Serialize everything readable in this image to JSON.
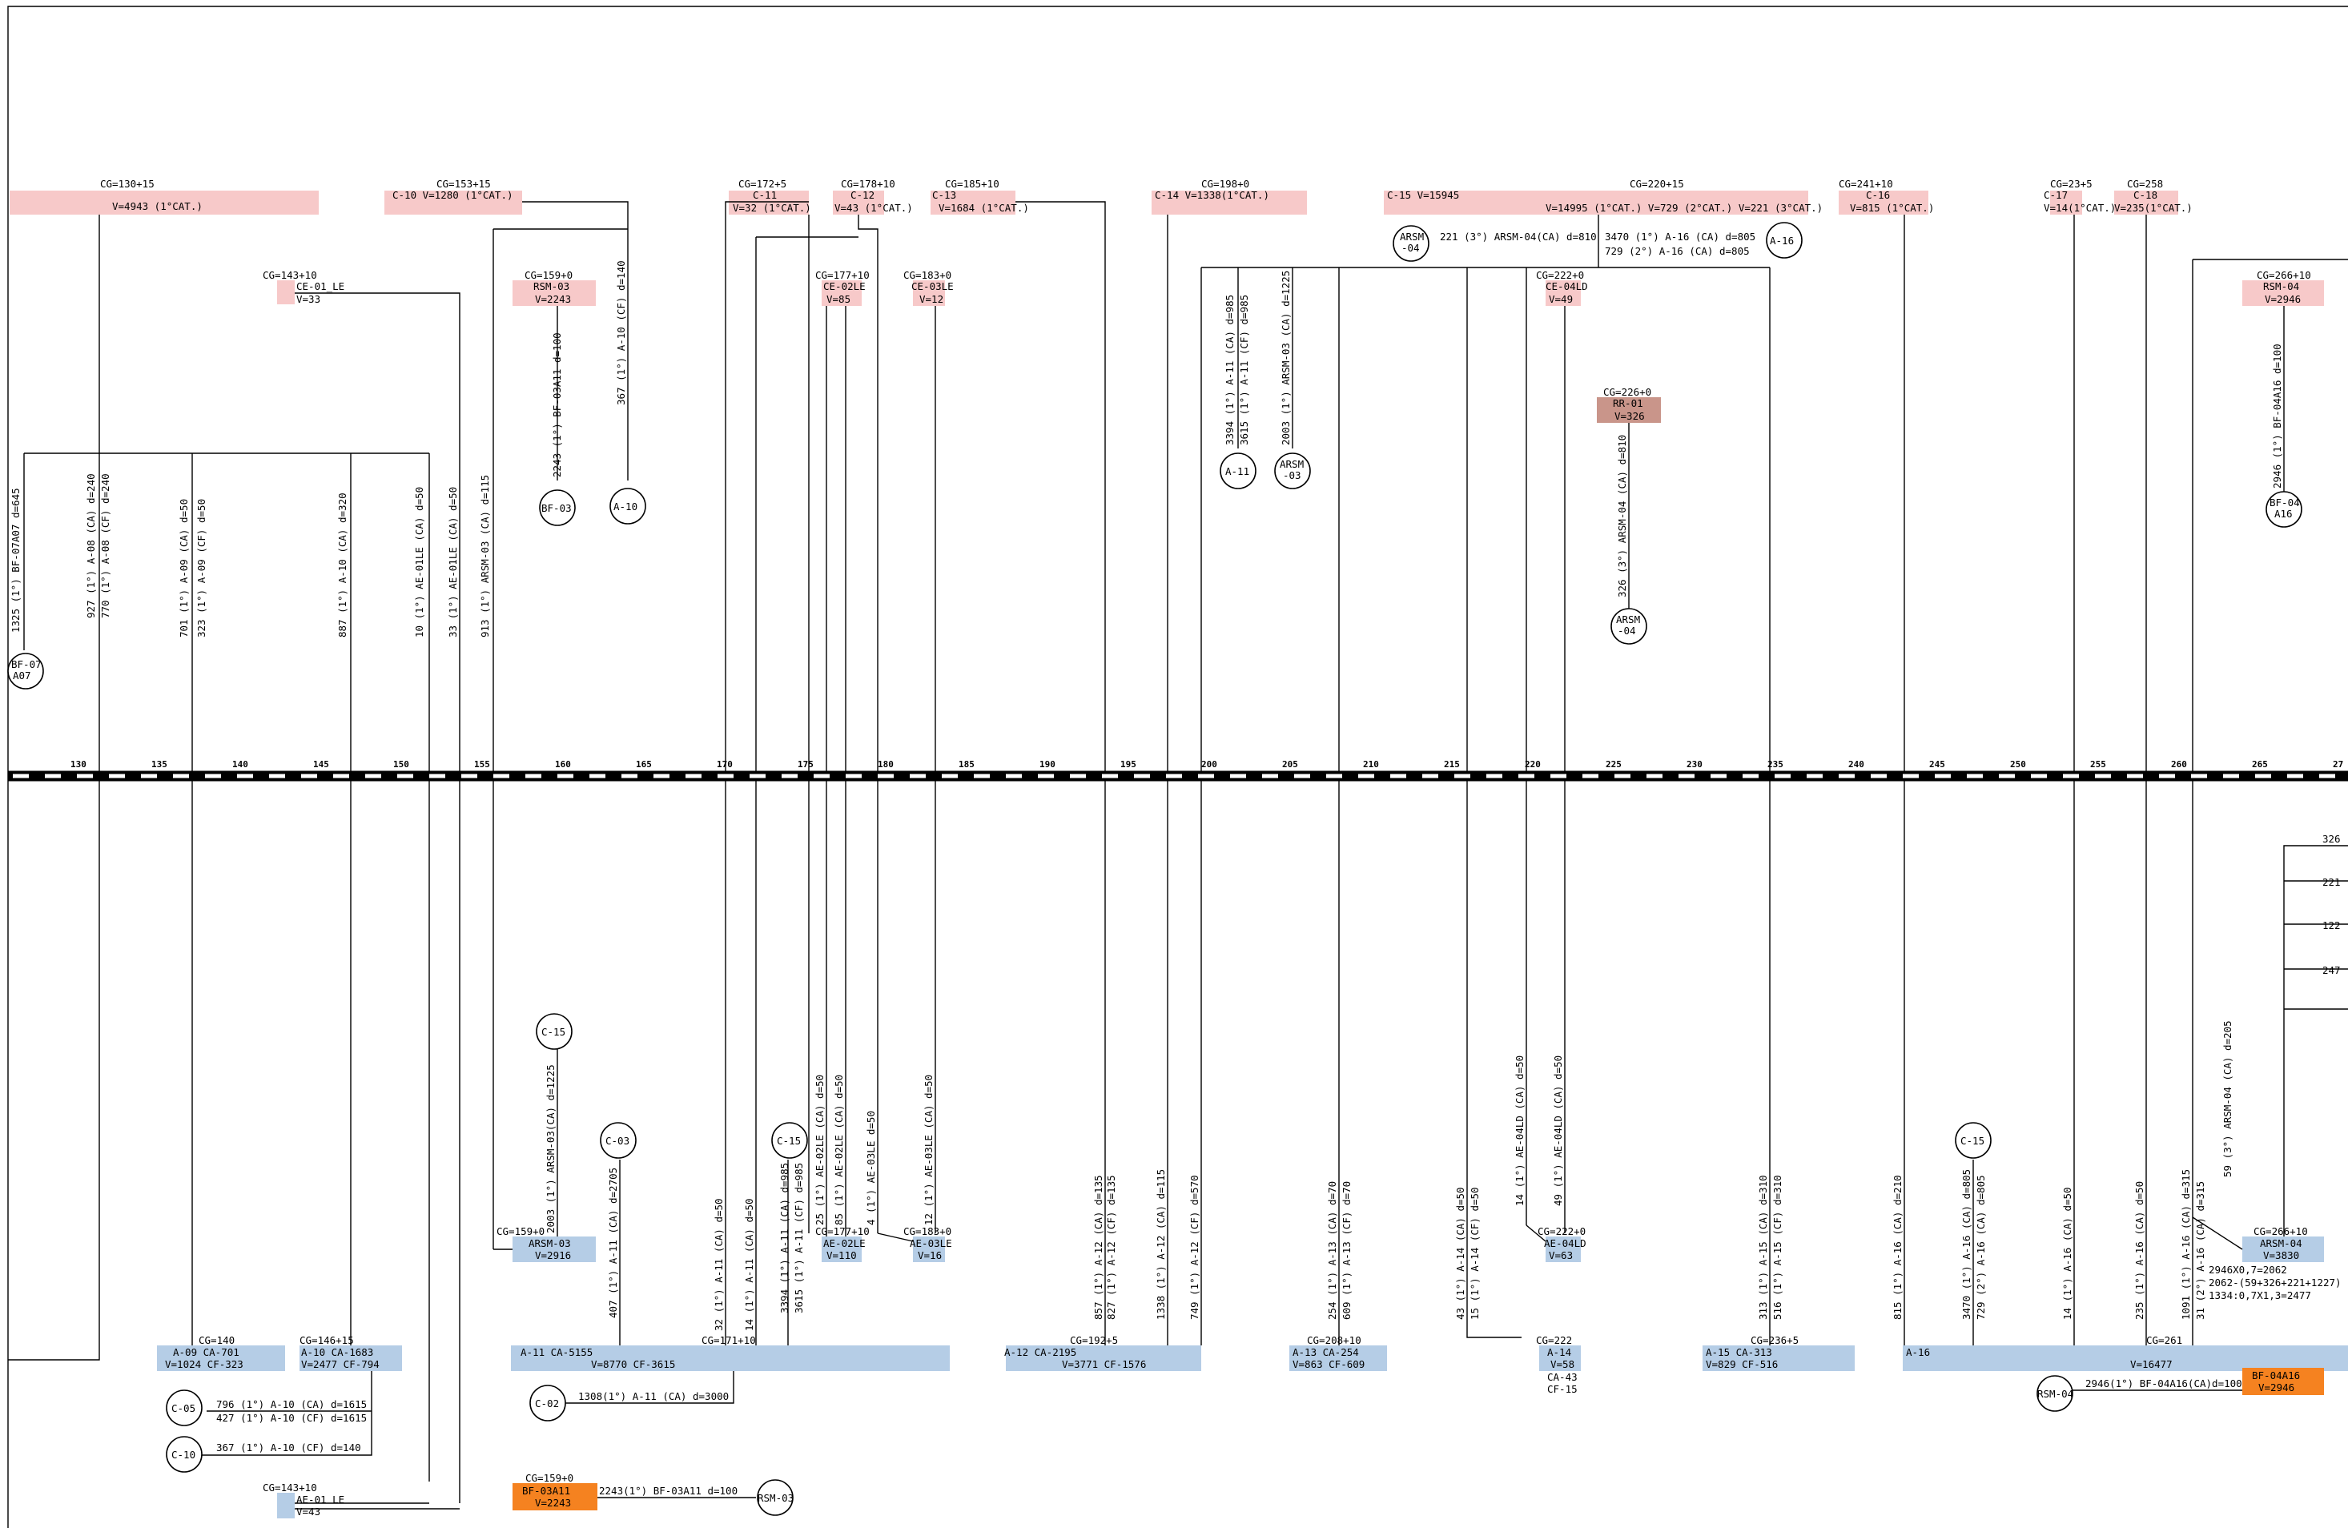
{
  "colors": {
    "cut_box": "#f7c9c9",
    "fill_box": "#b5cde6",
    "borrow_box": "#f58220",
    "rr_box": "#c9958a",
    "line": "#000000",
    "axis_dark": "#000000",
    "axis_light": "#ffffff"
  },
  "axis": {
    "ticks": [
      "130",
      "135",
      "140",
      "145",
      "150",
      "155",
      "160",
      "165",
      "170",
      "175",
      "180",
      "185",
      "190",
      "195",
      "200",
      "205",
      "210",
      "215",
      "220",
      "225",
      "230",
      "235",
      "240",
      "245",
      "250",
      "255",
      "260",
      "265",
      "27"
    ]
  },
  "top_boxes": [
    {
      "id": "cg130",
      "head": "CG=130+15",
      "lines": [
        "V=4943 (1°CAT.)"
      ]
    },
    {
      "id": "c10",
      "head": "CG=153+15",
      "lines": [
        "C-10        V=1280 (1°CAT.)"
      ]
    },
    {
      "id": "c11",
      "head": "CG=172+5",
      "lines": [
        "C-11",
        "V=32 (1°CAT.)"
      ]
    },
    {
      "id": "c12",
      "head": "CG=178+10",
      "lines": [
        "C-12",
        "V=43 (1°CAT.)"
      ]
    },
    {
      "id": "c13",
      "head": "CG=185+10",
      "lines": [
        "C-13",
        "V=1684 (1°CAT.)"
      ]
    },
    {
      "id": "c14",
      "head": "CG=198+0",
      "lines": [
        "C-14        V=1338(1°CAT.)"
      ]
    },
    {
      "id": "c15",
      "head": "CG=220+15",
      "lines": [
        "C-15              V=15945",
        "V=14995 (1°CAT.)  V=729 (2°CAT.)  V=221 (3°CAT.)"
      ]
    },
    {
      "id": "c16",
      "head": "CG=241+10",
      "lines": [
        "C-16",
        "V=815 (1°CAT.)"
      ]
    },
    {
      "id": "c17",
      "head": "CG=23+5",
      "lines": [
        "C-17",
        "V=14(1°CAT.)"
      ]
    },
    {
      "id": "c18",
      "head": "CG=258",
      "lines": [
        "C-18",
        "V=235(1°CAT.)"
      ]
    },
    {
      "id": "ce01",
      "head": "CG=143+10",
      "lines": [
        "CE-01_LE",
        "V=33"
      ]
    },
    {
      "id": "rsm03",
      "head": "CG=159+0",
      "lines": [
        "RSM-03",
        "V=2243"
      ]
    },
    {
      "id": "ce02",
      "head": "CG=177+10",
      "lines": [
        "CE-02LE",
        "V=85"
      ]
    },
    {
      "id": "ce03",
      "head": "CG=183+0",
      "lines": [
        "CE-03LE",
        "V=12"
      ]
    },
    {
      "id": "ce04",
      "head": "CG=222+0",
      "lines": [
        "CE-04LD",
        "V=49"
      ]
    },
    {
      "id": "rsm04",
      "head": "CG=266+10",
      "lines": [
        "RSM-04",
        "V=2946"
      ]
    },
    {
      "id": "rr01",
      "head": "CG=226+0",
      "lines": [
        "RR-01",
        "V=326"
      ]
    }
  ],
  "bottom_boxes": [
    {
      "id": "a09",
      "head": "CG=140",
      "lines": [
        "A-09        CA-701",
        "V=1024      CF-323"
      ]
    },
    {
      "id": "a10",
      "head": "CG=146+15",
      "lines": [
        "A-10        CA-1683",
        "V=2477      CF-794"
      ]
    },
    {
      "id": "arsm03",
      "head": "CG=159+0",
      "lines": [
        "ARSM-03",
        "V=2916"
      ]
    },
    {
      "id": "a11",
      "head": "CG=171+10",
      "lines": [
        "A-11                                      CA-5155",
        "                 V=8770                   CF-3615"
      ]
    },
    {
      "id": "ae02",
      "head": "CG=177+10",
      "lines": [
        "AE-02LE",
        "V=110"
      ]
    },
    {
      "id": "ae03",
      "head": "CG=183+0",
      "lines": [
        "AE-03LE",
        "V=16"
      ]
    },
    {
      "id": "a12",
      "head": "CG=192+5",
      "lines": [
        "A-12                     CA-2195",
        "V=3771                   CF-1576"
      ]
    },
    {
      "id": "a13",
      "head": "CG=208+10",
      "lines": [
        "A-13        CA-254",
        "V=863       CF-609"
      ]
    },
    {
      "id": "ae04",
      "head": "CG=222+0",
      "lines": [
        "AE-04LD",
        "V=63"
      ]
    },
    {
      "id": "a14",
      "head": "CG=222",
      "lines": [
        "A-14",
        "V=58",
        "CA-43",
        "CF-15"
      ]
    },
    {
      "id": "a15",
      "head": "CG=236+5",
      "lines": [
        "A-15               CA-313",
        "V=829              CF-516"
      ]
    },
    {
      "id": "a16",
      "head": "CG=261",
      "lines": [
        "A-16",
        "V=16477"
      ]
    },
    {
      "id": "arsm04",
      "head": "CG=266+10",
      "lines": [
        "ARSM-04",
        "V=3830"
      ]
    },
    {
      "id": "ae01",
      "head": "CG=143+10",
      "lines": [
        "AE-01  LE",
        "V=43"
      ]
    },
    {
      "id": "bf03a11",
      "head": "CG=159+0",
      "lines": [
        "BF-03A11",
        "V=2243"
      ]
    },
    {
      "id": "bf04a16",
      "head": "CG=266+10",
      "lines": [
        "BF-04A16",
        "V=2946"
      ]
    }
  ],
  "circles": [
    {
      "id": "bf07",
      "lines": [
        "BF-07",
        "A07"
      ]
    },
    {
      "id": "bf03",
      "lines": [
        "BF-03"
      ]
    },
    {
      "id": "a10c",
      "lines": [
        "A-10"
      ]
    },
    {
      "id": "arsm04top",
      "lines": [
        "ARSM",
        "-04"
      ]
    },
    {
      "id": "a16c",
      "lines": [
        "A-16"
      ]
    },
    {
      "id": "a11c",
      "lines": [
        "A-11"
      ]
    },
    {
      "id": "arsm03c",
      "lines": [
        "ARSM",
        "-03"
      ]
    },
    {
      "id": "arsm04mid",
      "lines": [
        "ARSM",
        "-04"
      ]
    },
    {
      "id": "bf04",
      "lines": [
        "BF-04",
        "A16"
      ]
    },
    {
      "id": "c15a",
      "lines": [
        "C-15"
      ]
    },
    {
      "id": "c03",
      "lines": [
        "C-03"
      ]
    },
    {
      "id": "c15b",
      "lines": [
        "C-15"
      ]
    },
    {
      "id": "c15c",
      "lines": [
        "C-15"
      ]
    },
    {
      "id": "c05",
      "lines": [
        "C-05"
      ]
    },
    {
      "id": "c10c",
      "lines": [
        "C-10"
      ]
    },
    {
      "id": "c02",
      "lines": [
        "C-02"
      ]
    },
    {
      "id": "rsm03c",
      "lines": [
        "RSM-03"
      ]
    },
    {
      "id": "rsm04c",
      "lines": [
        "RSM-04"
      ]
    }
  ],
  "rotated_labels": [
    "1325 (1°) BF-07A07 d=645",
    "927 (1°) A-08 (CA) d=240",
    "770 (1°) A-08 (CF) d=240",
    "701 (1°) A-09 (CA) d=50",
    "323 (1°) A-09 (CF) d=50",
    "887 (1°) A-10 (CA) d=320",
    "10 (1°) AE-01LE (CA) d=50",
    "33 (1°) AE-01LE (CA) d=50",
    "913 (1°) ARSM-03 (CA) d=115",
    "2243 (1°) BF-03A11 d=100",
    "367 (1°) A-10 (CF) d=140",
    "3394 (1°) A-11 (CA) d=985",
    "3615 (1°) A-11 (CF) d=985",
    "2003 (1°) ARSM-03 (CA) d=1225",
    "326 (3°) ARSM-04 (CA) d=810",
    "2946 (1°) BF-04A16 d=100",
    "2003 (1°) ARSM-03(CA) d=1225",
    "407 (1°) A-11 (CA) d=2705",
    "32 (1°) A-11 (CA) d=50",
    "14 (1°) A-11 (CA) d=50",
    "3394 (1°) A-11 (CA) d=985",
    "3615 (1°) A-11 (CF) d=985",
    "25 (1°) AE-02LE (CA) d=50",
    "85 (1°) AE-02LE (CA) d=50",
    "4 (1°) AE-03LE d=50",
    "12 (1°) AE-03LE (CA) d=50",
    "857 (1°) A-12 (CA) d=135",
    "827 (1°) A-12 (CF) d=135",
    "1338 (1°) A-12 (CA) d=115",
    "749 (1°) A-12 (CF) d=570",
    "254 (1°) A-13 (CA) d=70",
    "609 (1°) A-13 (CF) d=70",
    "43 (1°) A-14 (CA) d=50",
    "15 (1°) A-14 (CF) d=50",
    "14 (1°) AE-04LD (CA) d=50",
    "49 (1°) AE-04LD (CA) d=50",
    "313 (1°) A-15 (CA) d=310",
    "516 (1°) A-15 (CF) d=310",
    "815 (1°) A-16 (CA) d=210",
    "3470 (1°) A-16 (CA) d=805",
    "729 (2°) A-16 (CA) d=805",
    "14 (1°) A-16 (CA) d=50",
    "235 (1°) A-16 (CA) d=50",
    "1091 (1°) A-16 (CA) d=315",
    "31 (2°) A-16 (CA) d=315",
    "59 (3°) ARSM-04 (CA) d=205"
  ],
  "horizontal_labels": [
    "221 (3°) ARSM-04(CA) d=810",
    "3470 (1°) A-16 (CA) d=805",
    "729 (2°) A-16 (CA) d=805",
    "796 (1°) A-10 (CA) d=1615",
    "427 (1°) A-10 (CF) d=1615",
    "367 (1°) A-10 (CF) d=140",
    "1308(1°) A-11 (CA) d=3000",
    "2243(1°) BF-03A11 d=100",
    "2946(1°) BF-04A16(CA)d=100",
    "2946X0,7=2062",
    "2062-(59+326+221+1227)",
    "1334:0,7X1,3=2477",
    "326",
    "221",
    "122",
    "247"
  ]
}
